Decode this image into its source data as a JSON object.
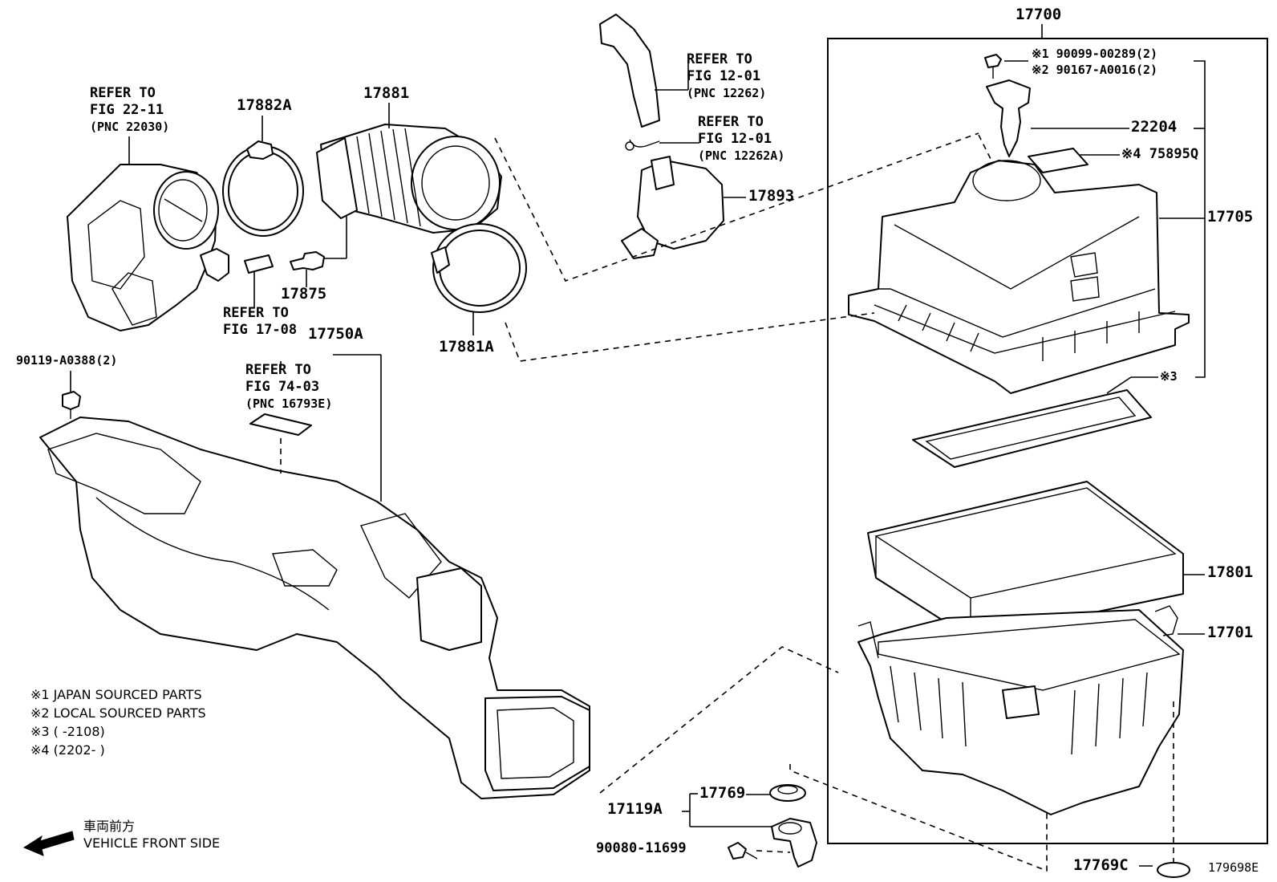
{
  "figure_code": "179698E",
  "parts": {
    "air_cleaner_assy": "17700",
    "bolt_japan": "※1 90099-00289(2)",
    "bolt_local": "※2 90167-A0016(2)",
    "sensor": "22204",
    "label_4": "※4 75895Q",
    "cap_sub_assy": "17705",
    "gasket_3": "※3",
    "element": "17801",
    "case": "17701",
    "hose_17881": "17881",
    "clamp_17882a": "17882A",
    "clamp_17881a": "17881A",
    "pipe_17875": "17875",
    "resonator_17893": "17893",
    "inlet_17750a": "17750A",
    "bolt_90119": "90119-A0388(2)",
    "bracket_17119a": "17119A",
    "cushion_17769": "17769",
    "bolt_90080": "90080-11699",
    "cushion_17769c": "17769C"
  },
  "refs": {
    "throttle": [
      "REFER TO",
      "FIG 22-11",
      "(PNC 22030)"
    ],
    "hose_top": [
      "REFER TO",
      "FIG 12-01",
      "(PNC 12262)"
    ],
    "clip_top": [
      "REFER TO",
      "FIG 12-01",
      "(PNC 12262A)"
    ],
    "hose_17_08": [
      "REFER TO",
      "FIG 17-08"
    ],
    "label_74_03": [
      "REFER TO",
      "FIG 74-03",
      "(PNC 16793E)"
    ]
  },
  "notes": {
    "n1": "※1 JAPAN SOURCED PARTS",
    "n2": "※2 LOCAL SOURCED PARTS",
    "n3": "※3 (        -2108)",
    "n4": "※4 (2202-        )"
  },
  "direction": {
    "jp": "車両前方",
    "en": "VEHICLE FRONT SIDE"
  }
}
